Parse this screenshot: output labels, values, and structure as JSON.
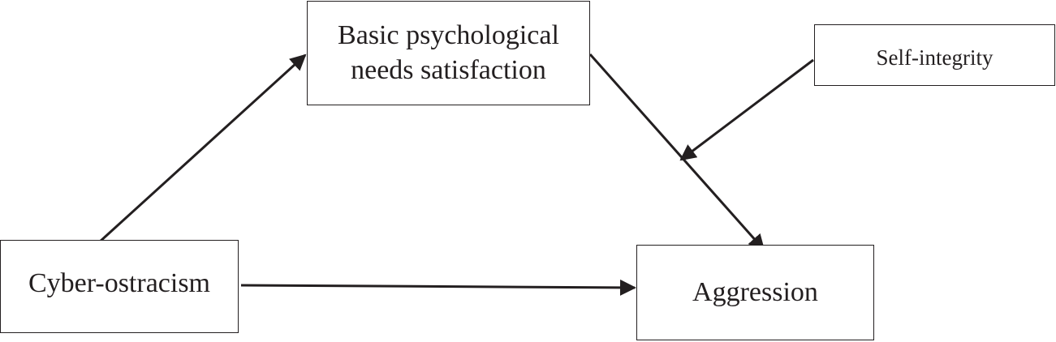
{
  "nodes": {
    "bpns": {
      "line1": "Basic psychological",
      "line2": "needs satisfaction"
    },
    "self_integrity": "Self-integrity",
    "cyber_ostracism": "Cyber-ostracism",
    "aggression": "Aggression"
  },
  "edges": [
    {
      "from": "Cyber-ostracism",
      "to": "Basic psychological needs satisfaction"
    },
    {
      "from": "Basic psychological needs satisfaction",
      "to": "Aggression"
    },
    {
      "from": "Cyber-ostracism",
      "to": "Aggression"
    },
    {
      "from": "Self-integrity",
      "to": "Basic psychological needs satisfaction → Aggression path"
    }
  ],
  "colors": {
    "stroke": "#231f20",
    "background": "#ffffff"
  }
}
